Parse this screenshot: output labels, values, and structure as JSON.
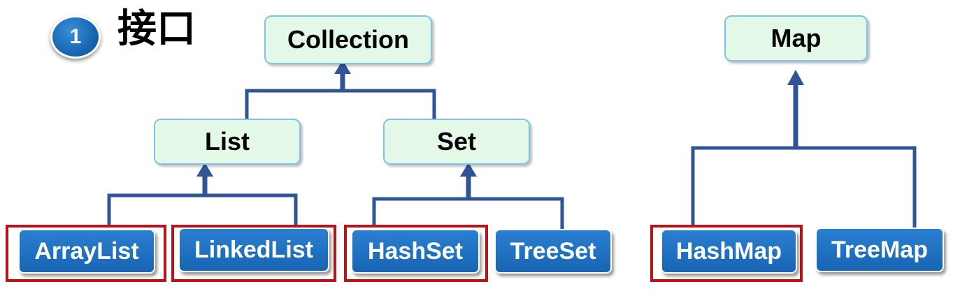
{
  "badge": {
    "number": "1"
  },
  "heading": "接口",
  "interfaces": {
    "collection": "Collection",
    "list": "List",
    "set": "Set",
    "map": "Map"
  },
  "implementations": {
    "arraylist": "ArrayList",
    "linkedlist": "LinkedList",
    "hashset": "HashSet",
    "treeset": "TreeSet",
    "hashmap": "HashMap",
    "treemap": "TreeMap"
  },
  "highlighted": [
    "ArrayList",
    "LinkedList",
    "HashSet",
    "HashMap"
  ],
  "colors": {
    "connector": "#2f5597",
    "interface_fill": "#e3f8e6",
    "interface_border": "#7fc3e8",
    "implementation_fill": "#1f6fc0",
    "highlight_border": "#b8141b"
  }
}
